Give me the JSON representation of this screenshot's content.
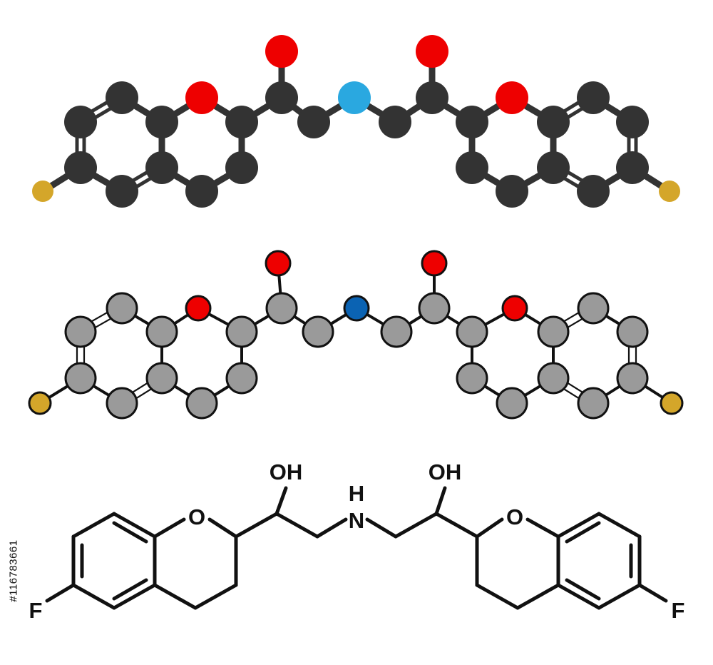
{
  "diagram": {
    "colors": {
      "background": "#ffffff",
      "carbon_ball": "#333333",
      "oxygen_ball": "#ee0000",
      "nitrogen_ball": "#2aa8e0",
      "fluorine_ball": "#d4a62a",
      "carbon_flat": "#9a9a9a",
      "oxygen_flat": "#ee0000",
      "nitrogen_flat": "#0b63b3",
      "fluorine_flat": "#d4a62a",
      "outline": "#111111",
      "skeletal_line": "#111111"
    },
    "skeletal_labels": {
      "oh_left": "OH",
      "oh_right": "OH",
      "ring_o_left": "O",
      "ring_o_right": "O",
      "nh_h": "H",
      "nh_n": "N",
      "f_left": "F",
      "f_right": "F"
    },
    "stock_id": "#116783661"
  }
}
